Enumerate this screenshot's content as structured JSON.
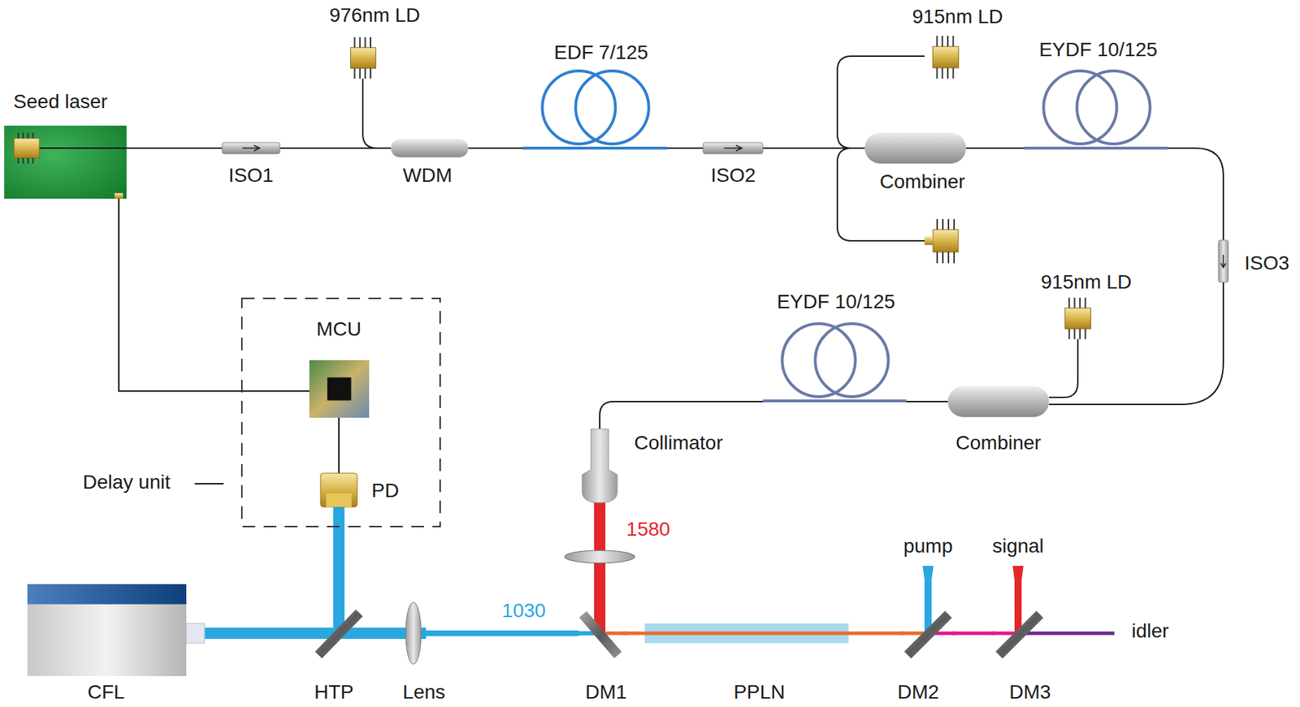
{
  "diagram": {
    "nodes": [
      {
        "text": [
          "Seed laser"
        ]
      },
      {
        "text": [
          "976nm LD"
        ]
      },
      {
        "text": [
          "EDF 7/125"
        ]
      },
      {
        "text": [
          "915nm LD"
        ]
      },
      {
        "text": [
          "EYDF 10/125"
        ]
      },
      {
        "text": [
          "ISO1"
        ]
      },
      {
        "text": [
          "WDM"
        ]
      },
      {
        "text": [
          "ISO2"
        ]
      },
      {
        "text": [
          "Combiner"
        ]
      },
      {
        "text": [
          "ISO3"
        ]
      },
      {
        "text": [
          "915nm LD"
        ]
      },
      {
        "text": [
          "EYDF 10/125"
        ]
      },
      {
        "text": [
          "Combiner"
        ]
      },
      {
        "text": [
          "Delay unit"
        ]
      },
      {
        "text": [
          "MCU"
        ],
        "in": 13
      },
      {
        "text": [
          "PD"
        ],
        "in": 13
      },
      {
        "text": [
          "Collimator"
        ]
      },
      {
        "text": [
          "CFL"
        ]
      },
      {
        "text": [
          "HTP"
        ]
      },
      {
        "text": [
          "Lens"
        ]
      },
      {
        "text": [
          "DM1"
        ]
      },
      {
        "text": [
          "PPLN"
        ]
      },
      {
        "text": [
          "DM2"
        ]
      },
      {
        "text": [
          "DM3"
        ]
      }
    ],
    "edges": [
      {
        "from": 0,
        "to": 5,
        "arrow": "none"
      },
      {
        "from": 5,
        "to": 6,
        "arrow": "none"
      },
      {
        "from": 1,
        "to": 6,
        "arrow": "none"
      },
      {
        "from": 6,
        "to": 2,
        "arrow": "none"
      },
      {
        "from": 2,
        "to": 7,
        "arrow": "none"
      },
      {
        "from": 7,
        "to": 8,
        "arrow": "none"
      },
      {
        "from": 3,
        "to": 8,
        "arrow": "none"
      },
      {
        "from": 8,
        "to": 4,
        "arrow": "none"
      },
      {
        "from": 4,
        "to": 9,
        "arrow": "none"
      },
      {
        "from": 9,
        "to": 12,
        "arrow": "none"
      },
      {
        "from": 10,
        "to": 12,
        "arrow": "none"
      },
      {
        "from": 12,
        "to": 11,
        "arrow": "none"
      },
      {
        "from": 11,
        "to": 16,
        "arrow": "none"
      },
      {
        "from": 0,
        "to": 14,
        "arrow": "none"
      },
      {
        "from": 14,
        "to": 15,
        "arrow": "none"
      },
      {
        "from": 18,
        "to": 15,
        "arrow": "none"
      },
      {
        "from": 17,
        "to": 18,
        "arrow": "none"
      },
      {
        "from": 18,
        "to": 19,
        "arrow": "none"
      },
      {
        "from": 19,
        "to": 20,
        "label": "1030",
        "arrow": "none"
      },
      {
        "from": 16,
        "to": 20,
        "label": "1580",
        "arrow": "none"
      },
      {
        "from": 20,
        "to": 21,
        "arrow": "none"
      },
      {
        "from": 21,
        "to": 22,
        "arrow": "none"
      },
      {
        "from": 22,
        "to": 23,
        "arrow": "none"
      }
    ],
    "labels": [
      "pump",
      "signal",
      "idler"
    ]
  }
}
